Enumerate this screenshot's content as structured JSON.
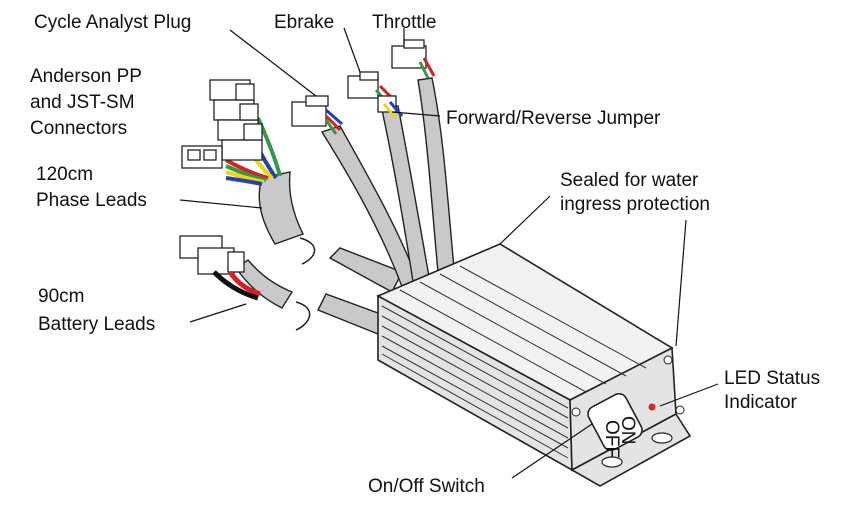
{
  "labels": {
    "cycle_analyst_plug": "Cycle Analyst Plug",
    "ebrake": "Ebrake",
    "throttle": "Throttle",
    "anderson_1": "Anderson PP",
    "anderson_2": "and JST-SM",
    "anderson_3": "Connectors",
    "forward_reverse": "Forward/Reverse Jumper",
    "phase_1": "120cm",
    "phase_2": "Phase Leads",
    "sealed_1": "Sealed for water",
    "sealed_2": "ingress protection",
    "battery_1": "90cm",
    "battery_2": "Battery Leads",
    "led_1": "LED Status",
    "led_2": "Indicator",
    "switch": "On/Off Switch",
    "switch_on": "ON",
    "switch_off": "OFF"
  },
  "colors": {
    "lead_gray": "#c9c9c9",
    "led_red": "#e0202a",
    "wire_green": "#2e9a4a",
    "wire_yellow": "#f2d600",
    "wire_blue": "#2040c0",
    "wire_red": "#d82020",
    "wire_black": "#111111"
  }
}
